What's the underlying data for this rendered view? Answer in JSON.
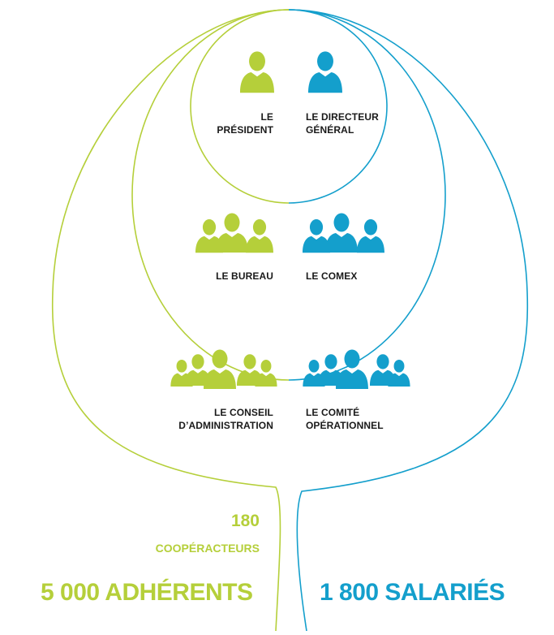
{
  "colors": {
    "green": "#b5cf3a",
    "blue": "#149fcc",
    "text": "#1a1a1a"
  },
  "president": {
    "line1": "LE",
    "line2": "PRÉSIDENT",
    "icon": "single-person-icon"
  },
  "directeur": {
    "line1": "LE DIRECTEUR",
    "line2": "GÉNÉRAL",
    "icon": "single-person-icon"
  },
  "bureau": {
    "label": "LE BUREAU",
    "icon": "three-people-icon"
  },
  "comex": {
    "label": "LE COMEX",
    "icon": "three-people-icon"
  },
  "conseil": {
    "line1": "LE CONSEIL",
    "line2": "D’ADMINISTRATION",
    "icon": "five-people-icon"
  },
  "comite": {
    "line1": "LE COMITÉ",
    "line2": "OPÉRATIONNEL",
    "icon": "five-people-icon"
  },
  "cooperacteurs": {
    "number": "180",
    "label": "COOPÉRACTEURS"
  },
  "adherents": "5 000 ADHÉRENTS",
  "salaries": "1 800 SALARIÉS"
}
